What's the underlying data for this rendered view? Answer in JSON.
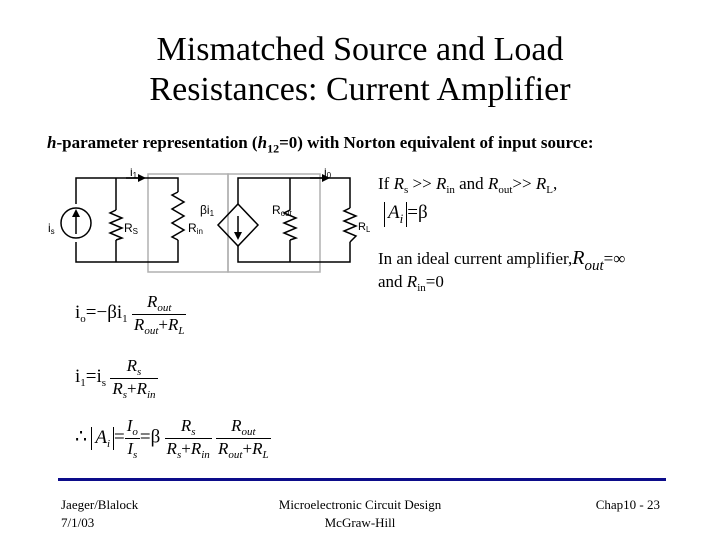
{
  "slide": {
    "title_line1": "Mismatched Source and Load",
    "title_line2": "Resistances: Current Amplifier",
    "subtitle_italic": "h",
    "subtitle_mid": "-parameter representation (",
    "subtitle_h": "h",
    "subtitle_sub": "12",
    "subtitle_end": "=0) with Norton equivalent of input source:"
  },
  "circuit": {
    "labels": {
      "is": "i",
      "is_sub": "s",
      "rs": "R",
      "rs_sub": "S",
      "rin": "R",
      "rin_sub": "in",
      "i1": "i",
      "i1_sub": "1",
      "beta": "βi",
      "beta_sub": "1",
      "rout": "R",
      "rout_sub": "out",
      "io": "i",
      "io_sub": "0",
      "rl": "R",
      "rl_sub": "L"
    }
  },
  "notes": {
    "cond_if": "If ",
    "cond_rs": "R",
    "cond_rs_sub": "s",
    "cond_gt1": " >> ",
    "cond_rin": "R",
    "cond_rin_sub": "in",
    "cond_and": " and ",
    "cond_rout": "R",
    "cond_rout_sub": "out",
    "cond_gt2": ">> ",
    "cond_rl": "R",
    "cond_rl_sub": "L",
    "cond_end": ",",
    "ai_a": "A",
    "ai_i": "i",
    "ai_rhs": "=β",
    "ideal_line1": "In an ideal current amplifier,",
    "ideal_r": "R",
    "ideal_out": "out",
    "ideal_rhs": "=∞",
    "ideal_line2_pre": "and ",
    "ideal_line2_r": "R",
    "ideal_line2_sub": "in",
    "ideal_line2_post": "=0"
  },
  "equations": {
    "eq1_lhs": "i",
    "eq1_lhs_sub": "o",
    "eq1_mid": "=−βi",
    "eq1_mid_sub": "1",
    "eq1_num": "R",
    "eq1_num_sub": "out",
    "eq1_den_a": "R",
    "eq1_den_a_sub": "out",
    "eq1_plus": "+",
    "eq1_den_b": "R",
    "eq1_den_b_sub": "L",
    "eq2_lhs": "i",
    "eq2_lhs_sub": "1",
    "eq2_mid": "=i",
    "eq2_mid_sub": "s",
    "eq2_num": "R",
    "eq2_num_sub": "s",
    "eq2_den_a": "R",
    "eq2_den_a_sub": "s",
    "eq2_plus": "+",
    "eq2_den_b": "R",
    "eq2_den_b_sub": "in",
    "eq3_therefore": "∴",
    "eq3_a": "A",
    "eq3_a_sub": "i",
    "eq3_eq": "=",
    "eq3_f1_num": "I",
    "eq3_f1_num_sub": "o",
    "eq3_f1_den": "I",
    "eq3_f1_den_sub": "s",
    "eq3_beta": "=β",
    "eq3_f2_num": "R",
    "eq3_f2_num_sub": "s",
    "eq3_f2_den_a": "R",
    "eq3_f2_den_a_sub": "s",
    "eq3_f2_plus": "+",
    "eq3_f2_den_b": "R",
    "eq3_f2_den_b_sub": "in",
    "eq3_f3_num": "R",
    "eq3_f3_num_sub": "out",
    "eq3_f3_den_a": "R",
    "eq3_f3_den_a_sub": "out",
    "eq3_f3_plus": "+",
    "eq3_f3_den_b": "R",
    "eq3_f3_den_b_sub": "L"
  },
  "footer": {
    "left_line1": "Jaeger/Blalock",
    "left_line2": "7/1/03",
    "center_line1": "Microelectronic Circuit Design",
    "center_line2": "McGraw-Hill",
    "right": "Chap10 - 23"
  },
  "colors": {
    "rule": "#0c0c8a",
    "circuit_box": "#b0b0b0"
  }
}
